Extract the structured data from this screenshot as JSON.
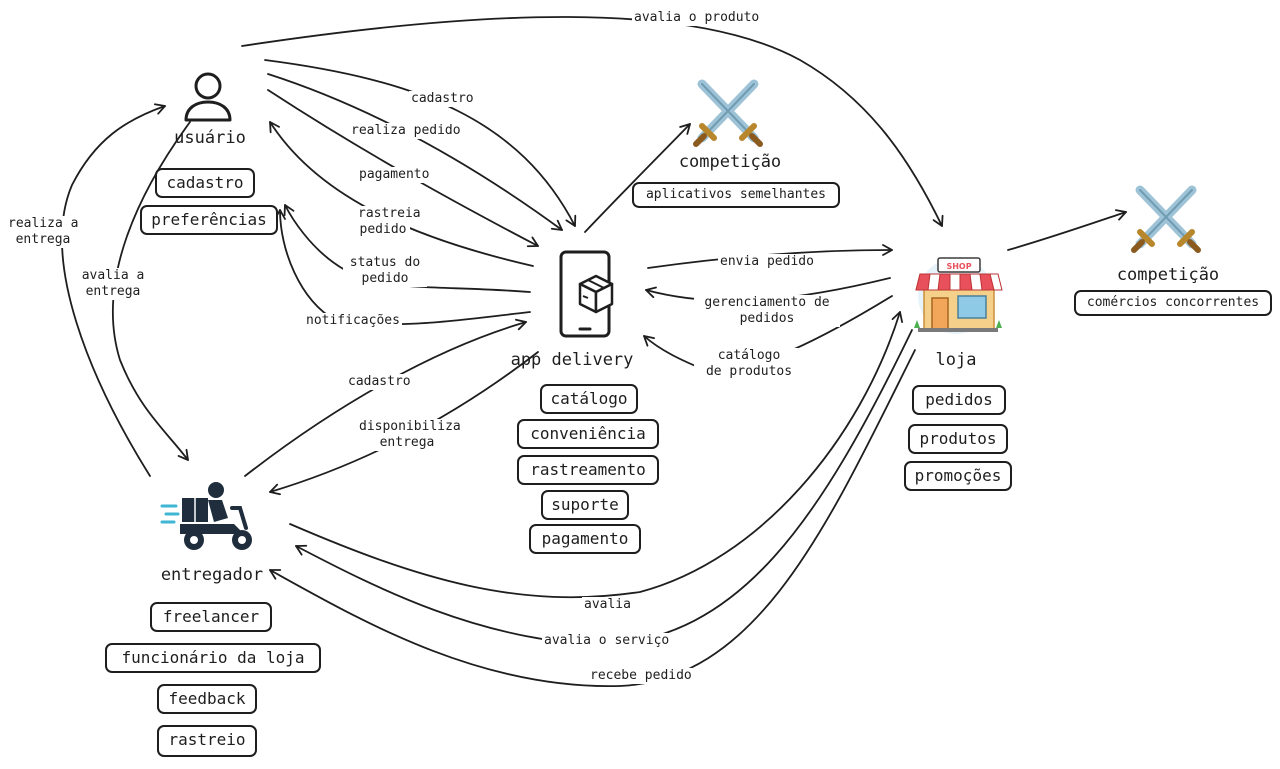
{
  "nodes": {
    "usuario": {
      "title": "usuário",
      "tags": [
        "cadastro",
        "preferências"
      ],
      "icon": "user-icon"
    },
    "app": {
      "title": "app delivery",
      "tags": [
        "catálogo",
        "conveniência",
        "rastreamento",
        "suporte",
        "pagamento"
      ],
      "icon": "phone-box-icon"
    },
    "loja": {
      "title": "loja",
      "tags": [
        "pedidos",
        "produtos",
        "promoções"
      ],
      "icon": "shop-icon"
    },
    "entregador": {
      "title": "entregador",
      "tags": [
        "freelancer",
        "funcionário da loja",
        "feedback",
        "rastreio"
      ],
      "icon": "delivery-scooter-icon"
    },
    "competicao_app": {
      "title": "competição",
      "tag": "aplicativos semelhantes",
      "icon": "crossed-swords-icon"
    },
    "competicao_loja": {
      "title": "competição",
      "tag": "comércios concorrentes",
      "icon": "crossed-swords-icon"
    }
  },
  "edges": {
    "avalia_produto": "avalia o produto",
    "cadastro_usuario": "cadastro",
    "realiza_pedido": "realiza pedido",
    "pagamento": "pagamento",
    "rastreia_pedido": [
      "rastreia",
      "pedido"
    ],
    "status_pedido": [
      "status do",
      "pedido"
    ],
    "notificacoes": "notificações",
    "realiza_entrega": [
      "realiza a",
      "entrega"
    ],
    "avalia_entrega": [
      "avalia a",
      "entrega"
    ],
    "cadastro_entregador": "cadastro",
    "disponibiliza_entrega": [
      "disponibiliza",
      "entrega"
    ],
    "envia_pedido": "envia pedido",
    "gerenciamento": [
      "gerenciamento de",
      "pedidos"
    ],
    "catalogo_produtos": [
      "catálogo",
      "de produtos"
    ],
    "avalia": "avalia",
    "avalia_servico": "avalia o serviço",
    "recebe_pedido": "recebe pedido"
  },
  "colors": {
    "stroke": "#1e1e1e",
    "blade": "#9fc3d6",
    "hilt": "#b8862b",
    "shop_awning_red": "#e8505b",
    "shop_awning_white": "#ffffff",
    "shop_wall": "#f5d08a",
    "shop_window": "#8ecae6",
    "scooter": "#1f2d3d",
    "speed_lines": "#3fb6d3"
  }
}
